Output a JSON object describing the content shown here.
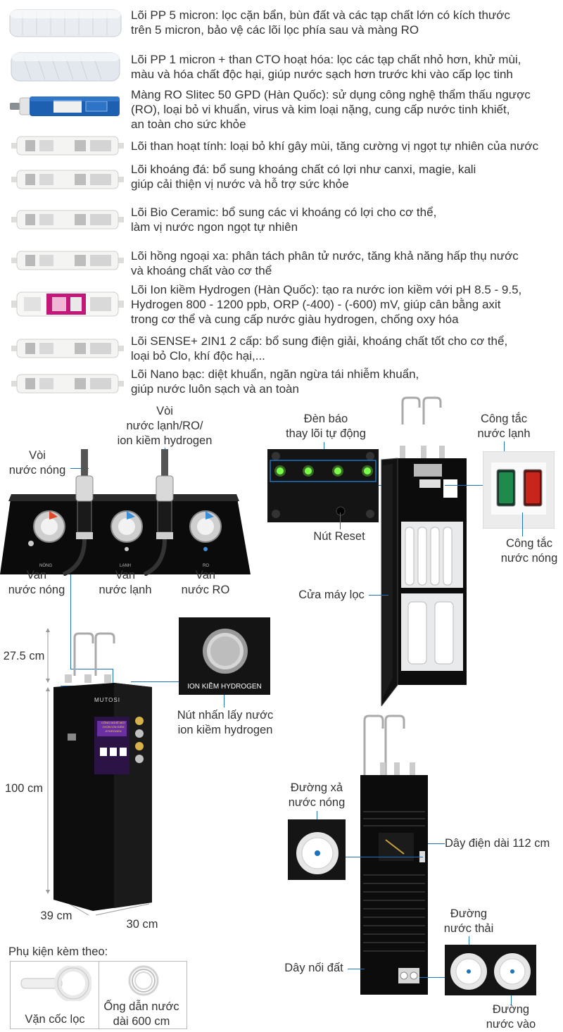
{
  "filters": [
    {
      "icon": "pp-5-micron-cartridge-icon",
      "lines": [
        "Lõi PP 5 micron: lọc cặn bẩn, bùn đất và các tạp chất lớn có kích thước",
        "trên 5 micron, bảo vệ các lõi lọc phía sau và màng RO"
      ]
    },
    {
      "icon": "pp-1-micron-cto-cartridge-icon",
      "lines": [
        "Lõi PP 1 micron + than CTO hoạt hóa: lọc các tạp chất nhỏ hơn, khử mùi,",
        "màu và hóa chất độc hại, giúp nước sạch hơn trước khi vào cấp lọc tinh"
      ]
    },
    {
      "icon": "ro-membrane-icon",
      "lines": [
        "Màng RO Slitec 50 GPD (Hàn Quốc): sử dụng công nghệ thẩm thấu ngược",
        "(RO), loại bỏ vi khuẩn, virus và kim loại nặng, cung cấp nước tinh khiết,",
        "an toàn cho sức khỏe"
      ]
    },
    {
      "icon": "activated-carbon-cartridge-icon",
      "lines": [
        "Lõi than hoạt tính: loại bỏ khí gây mùi, tăng cường vị ngọt tự nhiên của nước"
      ]
    },
    {
      "icon": "mineral-stone-cartridge-icon",
      "lines": [
        "Lõi khoáng đá: bổ sung khoáng chất có lợi như canxi, magie, kali",
        "giúp cải thiện vị nước và hỗ trợ sức khỏe"
      ]
    },
    {
      "icon": "bio-ceramic-cartridge-icon",
      "lines": [
        "Lõi Bio Ceramic: bổ sung các vi khoáng có lợi cho cơ thể,",
        "làm vị nước ngon ngọt tự nhiên"
      ]
    },
    {
      "icon": "far-infrared-cartridge-icon",
      "lines": [
        "Lõi hồng ngoại xa: phân tách phân tử nước, tăng khả năng hấp thụ nước",
        "và khoáng chất vào cơ thể"
      ]
    },
    {
      "icon": "alkaline-hydrogen-cartridge-icon",
      "lines": [
        "Lõi Ion kiềm Hydrogen (Hàn Quốc): tạo ra nước ion kiềm với pH 8.5 - 9.5,",
        "Hydrogen 800 - 1200 ppb, ORP (-400) - (-600) mV, giúp cân bằng axit",
        "trong cơ thể và cung cấp nước giàu hydrogen, chống oxy hóa"
      ]
    },
    {
      "icon": "sense-2in1-cartridge-icon",
      "lines": [
        "Lõi SENSE+ 2IN1 2 cấp: bổ sung điện giải, khoáng chất tốt cho cơ thể,",
        "loại bỏ Clo, khí độc hại,..."
      ]
    },
    {
      "icon": "nano-silver-cartridge-icon",
      "lines": [
        "Lõi Nano bạc: diệt khuẩn, ngăn ngừa tái nhiễm khuẩn,",
        "giúp nước luôn sạch và an toàn"
      ]
    }
  ],
  "faucet_panel": {
    "cold_tap_label": [
      "Vòi",
      "nước lạnh/RO/",
      "ion kiềm hydrogen"
    ],
    "hot_tap_label": [
      "Vòi",
      "nước nóng"
    ],
    "hot_valve_label": [
      "Van",
      "nước nóng"
    ],
    "cold_valve_label": [
      "Van",
      "nước lạnh"
    ],
    "ro_valve_label": [
      "Van",
      "nước RO"
    ],
    "knob_captions": [
      "NÓNG",
      "LẠNH",
      "RO"
    ]
  },
  "front_view": {
    "indicator_label": [
      "Đèn báo",
      "thay lõi tự động"
    ],
    "reset_label": "Nút Reset",
    "cold_switch_label": [
      "Công tắc",
      "nước lạnh"
    ],
    "hot_switch_label": [
      "Công tắc",
      "nước nóng"
    ],
    "door_label": "Cửa máy lọc"
  },
  "dimensions": {
    "top": "27.5 cm",
    "height": "100 cm",
    "depth": "39 cm",
    "width": "30 cm",
    "brand": "MUTOSI",
    "poster_text": [
      "CÔNG NGHỆ MỚI",
      "CHỌN ION KIỀM",
      "HYDROGEN"
    ]
  },
  "hydrogen_button": {
    "caption": "ION KIỀM HYDROGEN",
    "label": [
      "Nút nhấn lấy nước",
      "ion kiềm hydrogen"
    ]
  },
  "back_view": {
    "hot_drain_label": [
      "Đường xả",
      "nước nóng"
    ],
    "power_cord_label": "Dây điện dài 112 cm",
    "waste_label": [
      "Đường",
      "nước thải"
    ],
    "ground_label": "Dây nối đất",
    "inlet_label": [
      "Đường",
      "nước vào"
    ]
  },
  "accessories": {
    "title": "Phụ kiện kèm theo:",
    "wrench": "Vặn cốc lọc",
    "tube": [
      "Ống dẫn nước",
      "dài  600 cm"
    ]
  },
  "colors": {
    "accent": "#1e73be",
    "cabinet": "#0c0c0c",
    "led": "#7cff4a",
    "cold_switch": "#1f8a4c",
    "hot_switch": "#c8261d",
    "hydrogen_pink": "#c2187a",
    "ro_blue": "#1d5fb0"
  }
}
